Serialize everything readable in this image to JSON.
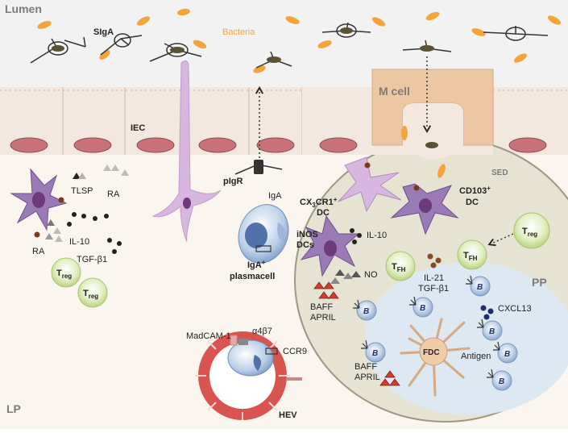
{
  "regions": {
    "lumen": "Lumen",
    "lp": "LP",
    "pp": "PP",
    "sed": "SED",
    "m_cell": "M cell",
    "hev": "HEV"
  },
  "labels": {
    "siga": "SIgA",
    "bacteria": "Bacteria",
    "iec": "IEC",
    "pigr": "pIgR",
    "iga": "IgA",
    "iga_plasmacell_1": "IgA",
    "iga_plasmacell_sup": "+",
    "iga_plasmacell_2": "plasmacell",
    "tlsp": "TLSP",
    "ra_top": "RA",
    "ra_left": "RA",
    "il10_left": "IL-10",
    "tgfb1_left": "TGF-β1",
    "treg_main": "T",
    "treg_sub": "reg",
    "cx3cr1_a": "CX",
    "cx3cr1_b": "3",
    "cx3cr1_c": "CR1",
    "cx3cr1_sup": "+",
    "cx3cr1_dc": "DC",
    "cd103": "CD103",
    "cd103_sup": "+",
    "cd103_dc": "DC",
    "inos_1": "iNOS",
    "inos_2": "DCs",
    "il10_pp": "IL-10",
    "no": "NO",
    "baff_top": "BAFF",
    "april_top": "APRIL",
    "tfh_main": "T",
    "tfh_sub": "FH",
    "il21": "IL-21",
    "tgfb1_pp": "TGF-β1",
    "b": "B",
    "cxcl13": "CXCL13",
    "fdc": "FDC",
    "antigen": "Antigen",
    "baff_bottom": "BAFF",
    "april_bottom": "APRIL",
    "madcam": "MadCAM-1",
    "a4b7": "α4β7",
    "ccr9": "CCR9"
  },
  "colors": {
    "lumen_bg": "#f2f2f2",
    "epithelium": "#f3e8df",
    "nucleus": "#c9727a",
    "m_cell": "#ecc7a4",
    "lp_bg": "#faf6ef",
    "pp_dome": "#e7e3d3",
    "germinal_center": "#dde8f3",
    "dendritic_cell": "#9a7bb5",
    "treg": "#d9e9b4",
    "b_cell": "#9fb8d8",
    "bacteria": "#f4a43b",
    "hev": "#d9534f"
  }
}
